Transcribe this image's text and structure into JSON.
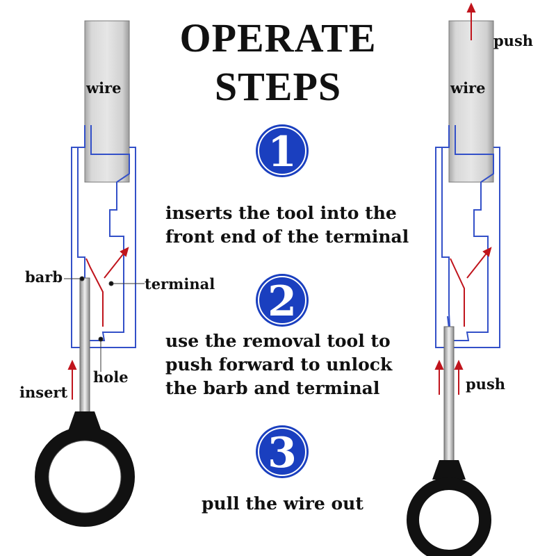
{
  "title": {
    "line1": "OPERATE",
    "line2": "STEPS"
  },
  "steps": [
    {
      "number": "1",
      "text_line1": "inserts the tool into the",
      "text_line2": "front end of the terminal",
      "text_line3": ""
    },
    {
      "number": "2",
      "text_line1": "use the removal tool to",
      "text_line2": "push forward to unlock",
      "text_line3": "the barb and terminal"
    },
    {
      "number": "3",
      "text_line1": "pull the wire out",
      "text_line2": "",
      "text_line3": ""
    }
  ],
  "left_figure": {
    "labels": {
      "wire": "wire",
      "barb": "barb",
      "terminal": "terminal",
      "hole": "hole",
      "insert": "insert"
    }
  },
  "right_figure": {
    "labels": {
      "wire": "wire",
      "push_top": "push",
      "push_bottom": "push"
    }
  },
  "colors": {
    "badge_blue": "#1a3fbf",
    "housing_blue": "#3350c8",
    "arrow_red": "#c0141c",
    "ring_black": "#111111",
    "wire_gray": "#c9c9c9"
  }
}
